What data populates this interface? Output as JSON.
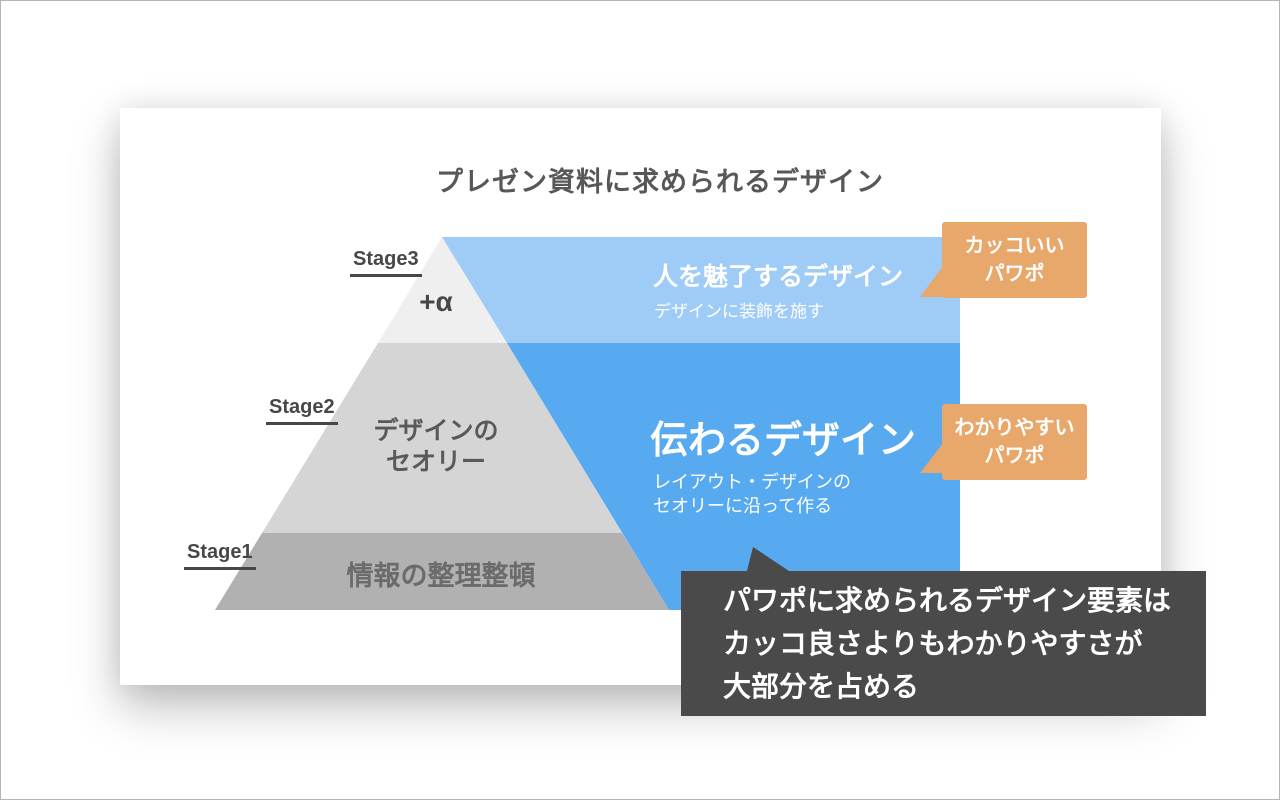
{
  "slide": {
    "title": "プレゼン資料に求められるデザイン",
    "stage3": {
      "label": "Stage3",
      "value": "+α"
    },
    "stage2": {
      "label": "Stage2",
      "line1": "デザインの",
      "line2": "セオリー"
    },
    "stage1": {
      "label": "Stage1",
      "value": "情報の整理整頓"
    },
    "band_top": {
      "heading": "人を魅了するデザイン",
      "sub": "デザインに装飾を施す",
      "bubble_line1": "カッコいい",
      "bubble_line2": "パワポ"
    },
    "band_bottom": {
      "heading": "伝わるデザイン",
      "sub_line1": "レイアウト・デザインの",
      "sub_line2": "セオリーに沿って作る",
      "bubble_line1": "わかりやすい",
      "bubble_line2": "パワポ"
    },
    "callout": {
      "line1": "パワポに求められるデザイン要素は",
      "line2": "カッコ良さよりもわかりやすさが",
      "line3": "大部分を占める"
    }
  },
  "colors": {
    "light_blue": "#9fccf7",
    "blue": "#57a9f0",
    "orange": "#e8a76b",
    "stage3_gray": "#efefef",
    "stage2_gray": "#d5d5d5",
    "stage1_gray": "#b1b1b1",
    "callout_dark": "#4a4a4a",
    "title_text": "#575757",
    "white_text": "#ffffff"
  }
}
